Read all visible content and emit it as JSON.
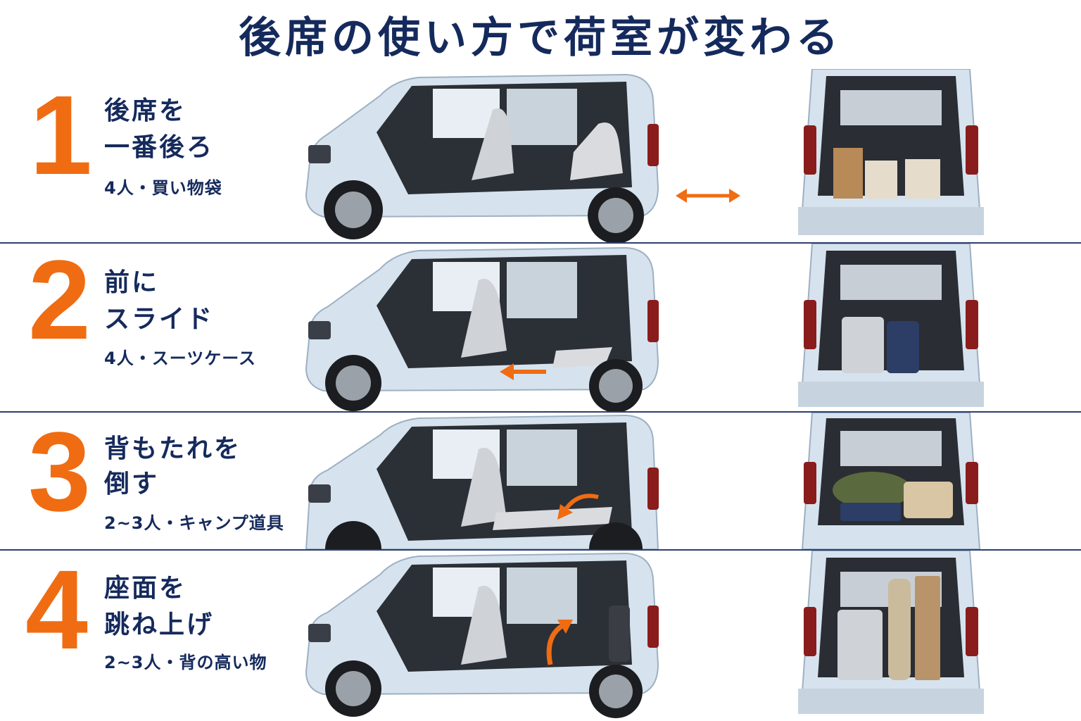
{
  "title": "後席の使い方で荷室が変わる",
  "colors": {
    "navy": "#152a5c",
    "orange": "#f06c12",
    "car_body": "#d6e3ee"
  },
  "rows": [
    {
      "number": "1",
      "line1": "後席を",
      "line2": "一番後ろ",
      "sub": "4人・買い物袋",
      "car_arrow": "double-arrow-icon",
      "cargo": "shopping-bags"
    },
    {
      "number": "2",
      "line1": "前に",
      "line2": "スライド",
      "sub": "4人・スーツケース",
      "car_arrow": "left-arrow-icon",
      "cargo": "suitcases"
    },
    {
      "number": "3",
      "line1": "背もたれを",
      "line2": "倒す",
      "sub": "2~3人・キャンプ道具",
      "car_arrow": "curved-arrow-icon",
      "cargo": "camping-gear"
    },
    {
      "number": "4",
      "line1": "座面を",
      "line2": "跳ね上げ",
      "sub": "2~3人・背の高い物",
      "car_arrow": "up-curved-arrow-icon",
      "cargo": "tall-items"
    }
  ]
}
